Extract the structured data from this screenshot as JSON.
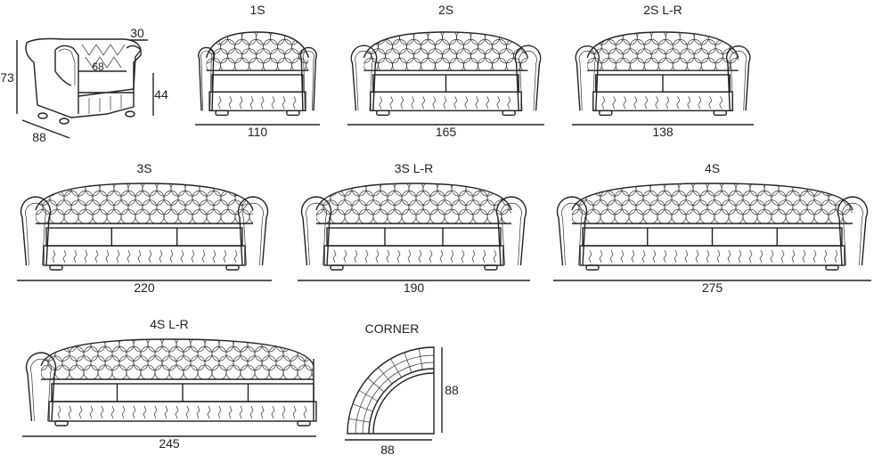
{
  "models": [
    {
      "id": "1S",
      "title": "1S",
      "width": "110"
    },
    {
      "id": "2S",
      "title": "2S",
      "width": "165"
    },
    {
      "id": "2SLR",
      "title": "2S L-R",
      "width": "138"
    },
    {
      "id": "3S",
      "title": "3S",
      "width": "220"
    },
    {
      "id": "3SLR",
      "title": "3S L-R",
      "width": "190"
    },
    {
      "id": "4S",
      "title": "4S",
      "width": "275"
    },
    {
      "id": "4SLR",
      "title": "4S L-R",
      "width": "245"
    },
    {
      "id": "CORNER",
      "title": "CORNER",
      "width": "88",
      "depth": "88"
    }
  ],
  "armchair_side": {
    "height": "73",
    "seat_height": "44",
    "arm_width": "30",
    "depth": "88",
    "seat_depth": "68"
  },
  "colors": {
    "line": "#222222",
    "background": "#ffffff"
  }
}
